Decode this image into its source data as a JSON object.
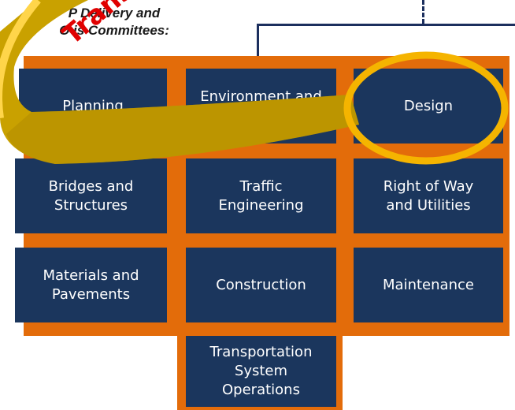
{
  "header": {
    "line1": "P      Delivery and",
    "line2": "O          is Committees:"
  },
  "committees": [
    {
      "label": "Planning"
    },
    {
      "label": "Environment and\nSustainal"
    },
    {
      "label": "Design"
    },
    {
      "label": "Bridges and\nStructures"
    },
    {
      "label": "Traffic\nEngineering"
    },
    {
      "label": "Right of Way\nand Utilities"
    },
    {
      "label": "Materials and\nPavements"
    },
    {
      "label": "Construction"
    },
    {
      "label": "Maintenance"
    },
    {
      "label": "Transportation\nSystem\nOperations"
    }
  ],
  "banner": {
    "text": "Trans"
  },
  "colors": {
    "tile": "#1b365d",
    "background_block": "#e36c0a",
    "banner": "#c9a100",
    "highlight_ring": "#f5b400"
  }
}
